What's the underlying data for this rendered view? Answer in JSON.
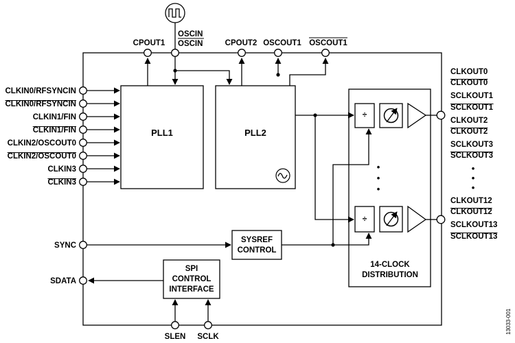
{
  "blocks": {
    "pll1": "PLL1",
    "pll2": "PLL2",
    "sysref": [
      "SYSREF",
      "CONTROL"
    ],
    "spi": [
      "SPI",
      "CONTROL",
      "INTERFACE"
    ],
    "distribution": [
      "14-CLOCK",
      "DISTRIBUTION"
    ],
    "divider_symbol": "÷",
    "ellipsis": "•"
  },
  "inputs": [
    {
      "text": "CLKIN0/RFSYNCIN",
      "overbar": false
    },
    {
      "text": "CLKIN0/RFSYNCIN",
      "overbar": true
    },
    {
      "text": "CLKIN1/FIN",
      "overbar": false
    },
    {
      "text": "CLKIN1/FIN",
      "overbar": true
    },
    {
      "text": "CLKIN2/OSCOUT0",
      "overbar": false
    },
    {
      "text": "CLKIN2/OSCOUT0",
      "overbar": true
    },
    {
      "text": "CLKIN3",
      "overbar": false
    },
    {
      "text": "CLKIN3",
      "overbar": true
    }
  ],
  "top_pins": {
    "cpout1": "CPOUT1",
    "oscin": "OSCIN",
    "oscin_bar": "OSCIN",
    "cpout2": "CPOUT2",
    "oscout1": "OSCOUT1",
    "oscout1_bar": "OSCOUT1"
  },
  "left_pins": {
    "sync": "SYNC",
    "sdata": "SDATA"
  },
  "bottom_pins": {
    "slen": "SLEN",
    "sclk": "SCLK"
  },
  "outputs_top": [
    {
      "text": "CLKOUT0",
      "overbar": false
    },
    {
      "text": "CLKOUT0",
      "overbar": true
    },
    {
      "text": "SCLKOUT1",
      "overbar": false
    },
    {
      "text": "SCLKOUT1",
      "overbar": true
    },
    {
      "text": "CLKOUT2",
      "overbar": false
    },
    {
      "text": "CLKOUT2",
      "overbar": true
    },
    {
      "text": "SCLKOUT3",
      "overbar": false
    },
    {
      "text": "SCLKOUT3",
      "overbar": true
    }
  ],
  "outputs_bottom": [
    {
      "text": "CLKOUT12",
      "overbar": false
    },
    {
      "text": "CLKOUT12",
      "overbar": true
    },
    {
      "text": "SCLKOUT13",
      "overbar": false
    },
    {
      "text": "SCLKOUT13",
      "overbar": true
    }
  ],
  "figure_id": "13033-001"
}
